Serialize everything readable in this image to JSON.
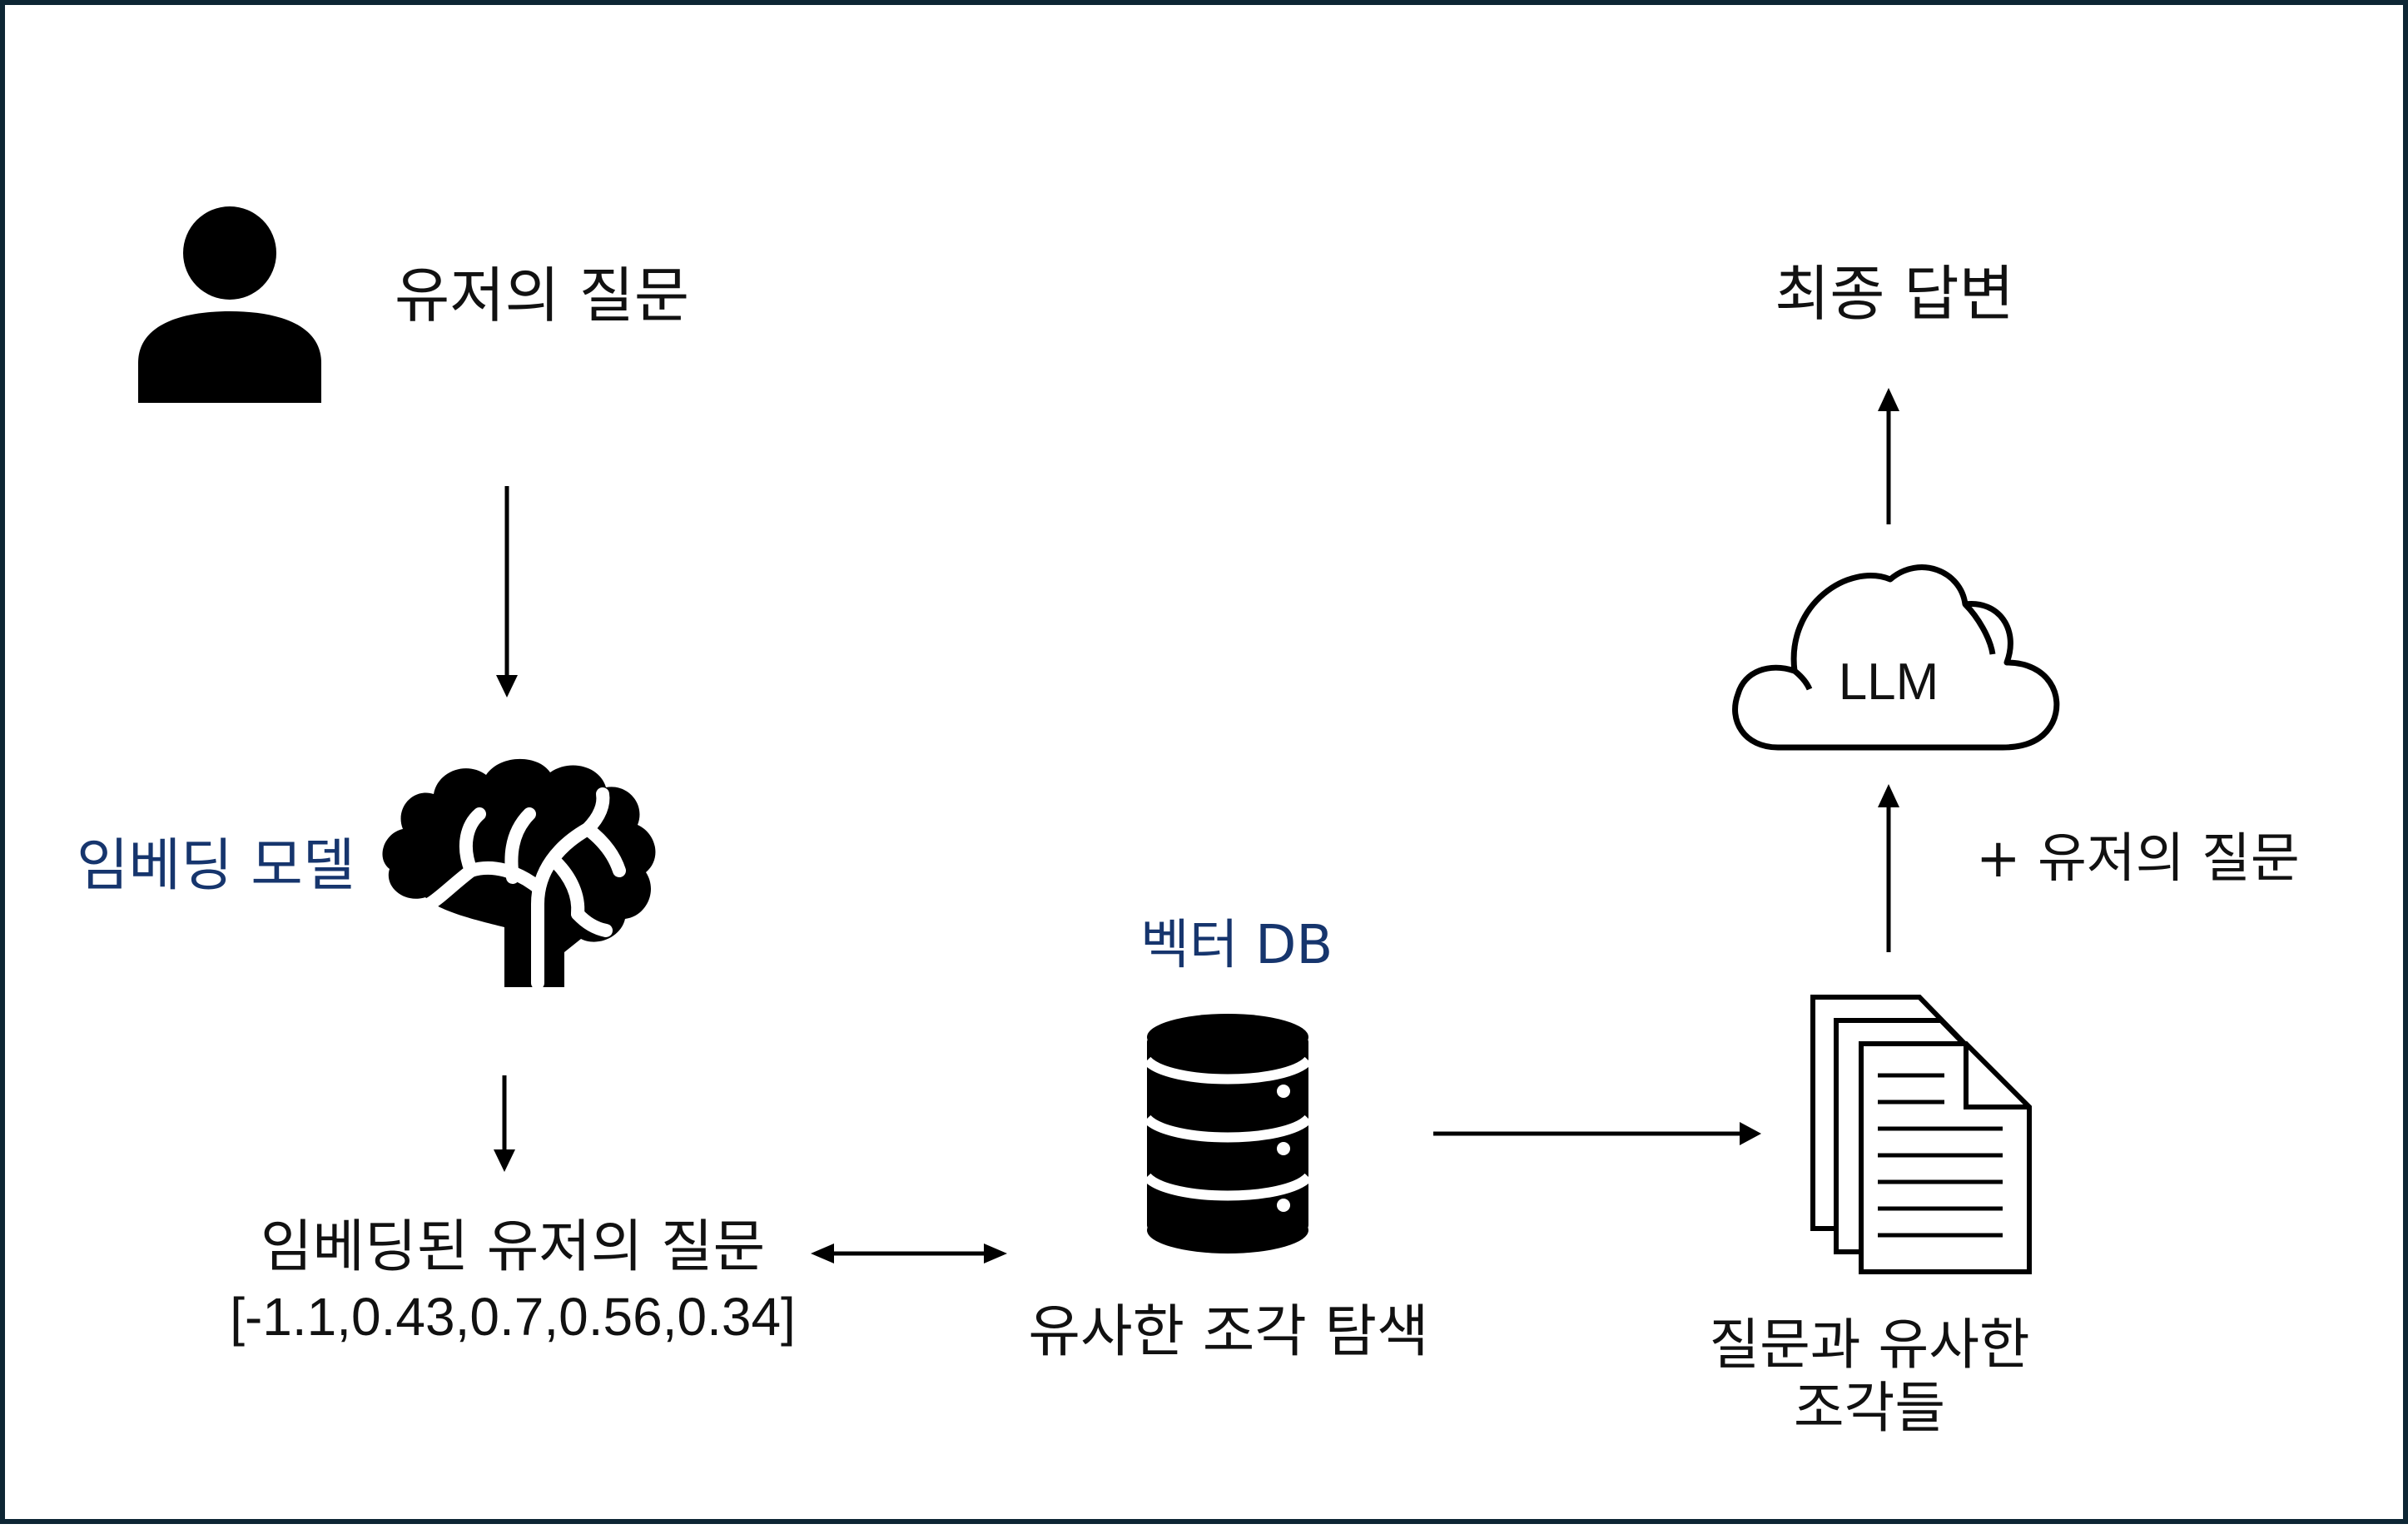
{
  "nodes": {
    "user_question": "유저의 질문",
    "embedding_model": "임베딩 모델",
    "embedded_question": "임베딩된 유저의 질문",
    "embedding_vector": "[-1.1,0.43,0.7,0.56,0.34]",
    "vector_db": "벡터 DB",
    "similar_search": "유사한 조각 탐색",
    "similar_chunks_line1": "질문과 유사한",
    "similar_chunks_line2": "조각들",
    "plus_user_question": "+ 유저의 질문",
    "llm": "LLM",
    "final_answer": "최종 답변"
  },
  "icons": {
    "user": "person-icon",
    "model": "brain-icon",
    "db": "database-icon",
    "docs": "documents-icon",
    "llm": "cloud-icon"
  },
  "colors": {
    "frame_border": "#0d2634",
    "accent_label": "#16356d",
    "ink": "#000000"
  }
}
